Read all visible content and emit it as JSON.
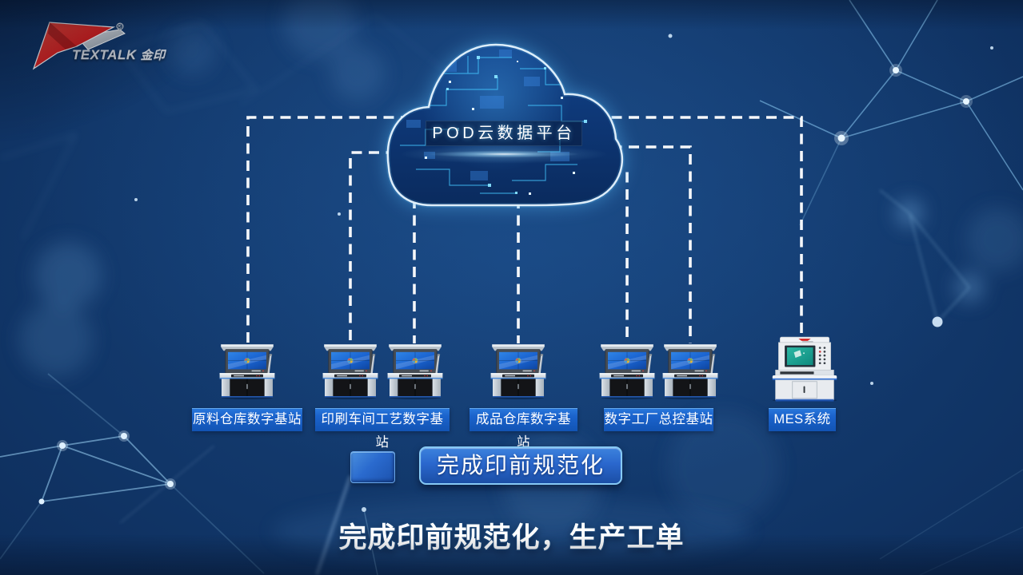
{
  "logo": {
    "brand": "TEXTALK",
    "suffix": "金印",
    "registered": "®"
  },
  "cloud": {
    "label": "POD云数据平台"
  },
  "stations": [
    {
      "label": "原料仓库数字基站"
    },
    {
      "label": "印刷车间工艺数字基站"
    },
    {
      "label": "成品仓库数字基站"
    },
    {
      "label": "数字工厂总控基站"
    },
    {
      "label": "MES系统"
    }
  ],
  "callout": {
    "button_label": "完成印前规范化"
  },
  "subtitle": {
    "text": "完成印前规范化，生产工单"
  },
  "icons": {
    "cloud": "circuit-cloud-icon",
    "workstation": "console-workstation-icon",
    "mes": "mes-control-console-icon",
    "logo_mark": "red-swoosh-logo-icon"
  },
  "colors": {
    "background": "#113668",
    "label_box": "#1b63cc",
    "button_fill": "#2a67cd",
    "button_border": "#86c9f5",
    "dashed_line": "#ffffff",
    "cloud_outline": "#e8f6ff",
    "circuit": "#45c8ff",
    "subtitle_text": "#ffffff"
  }
}
